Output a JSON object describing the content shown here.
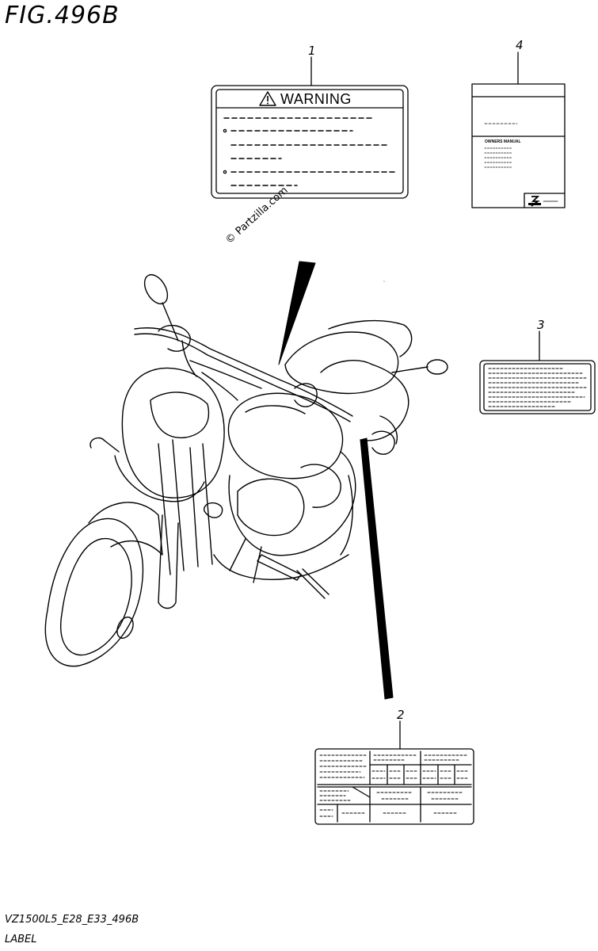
{
  "figure": {
    "title": "FIG.496B",
    "model_code": "VZ1500L5_E28_E33_496B",
    "caption": "LABEL",
    "watermark": "© Partzilla.com"
  },
  "callouts": [
    {
      "number": "1"
    },
    {
      "number": "2"
    },
    {
      "number": "3"
    },
    {
      "number": "4"
    }
  ],
  "warning_label": {
    "heading": "WARNING",
    "icon": "warning-triangle-icon"
  },
  "manual": {
    "title": "OWNERS MANUAL",
    "logo": "suzuki-logo-icon"
  }
}
